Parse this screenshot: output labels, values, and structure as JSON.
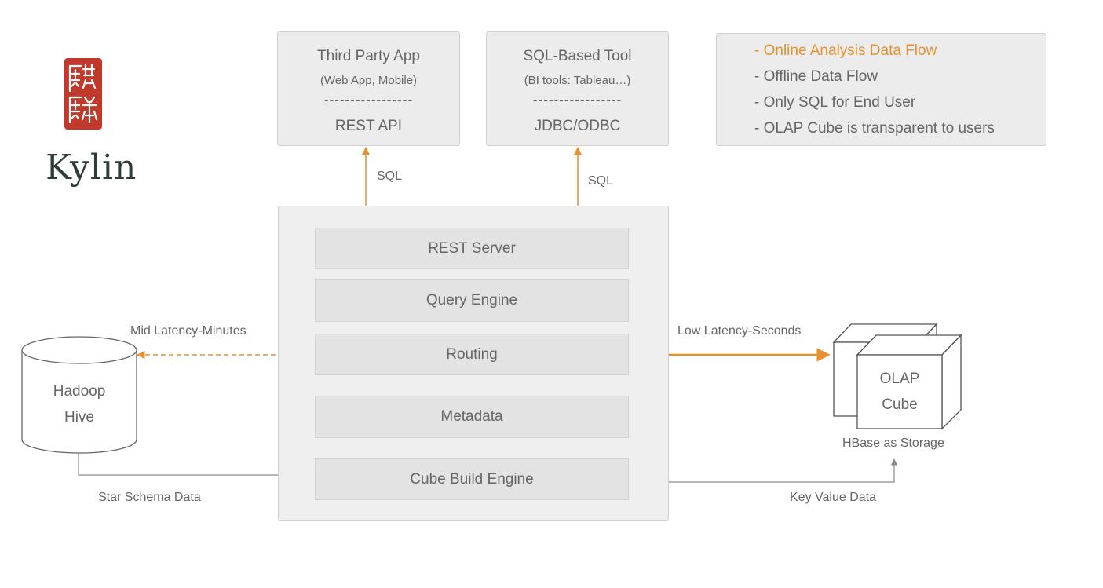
{
  "logo": {
    "name": "Kylin",
    "seal_icon": "kylin-seal-icon"
  },
  "clients": [
    {
      "title": "Third Party App",
      "subtitle": "(Web App, Mobile)",
      "divider": "-----------------",
      "interface": "REST API"
    },
    {
      "title": "SQL-Based Tool",
      "subtitle": "(BI tools: Tableau…)",
      "divider": "-----------------",
      "interface": "JDBC/ODBC"
    }
  ],
  "legend": {
    "items": [
      {
        "text": "- Online Analysis Data Flow",
        "color": "#e8912f"
      },
      {
        "text": "- Offline Data Flow",
        "color": "#666666"
      },
      {
        "text": "- Only SQL for End User",
        "color": "#666666"
      },
      {
        "text": "- OLAP Cube is transparent to users",
        "color": "#666666"
      }
    ]
  },
  "server_layers": [
    "REST Server",
    "Query Engine",
    "Routing",
    "Metadata",
    "Cube Build Engine"
  ],
  "hadoop": {
    "line1": "Hadoop",
    "line2": "Hive"
  },
  "olap": {
    "line1": "OLAP",
    "line2": "Cube",
    "caption": "HBase as Storage"
  },
  "edge_labels": {
    "sql_left": "SQL",
    "sql_right": "SQL",
    "mid_latency": "Mid Latency-Minutes",
    "low_latency": "Low Latency-Seconds",
    "star_schema": "Star Schema Data",
    "key_value": "Key Value Data"
  },
  "colors": {
    "online_flow": "#e8912f",
    "offline_flow": "#8a8a8a",
    "box_fill": "#ececec",
    "layer_fill": "#e3e3e3"
  }
}
